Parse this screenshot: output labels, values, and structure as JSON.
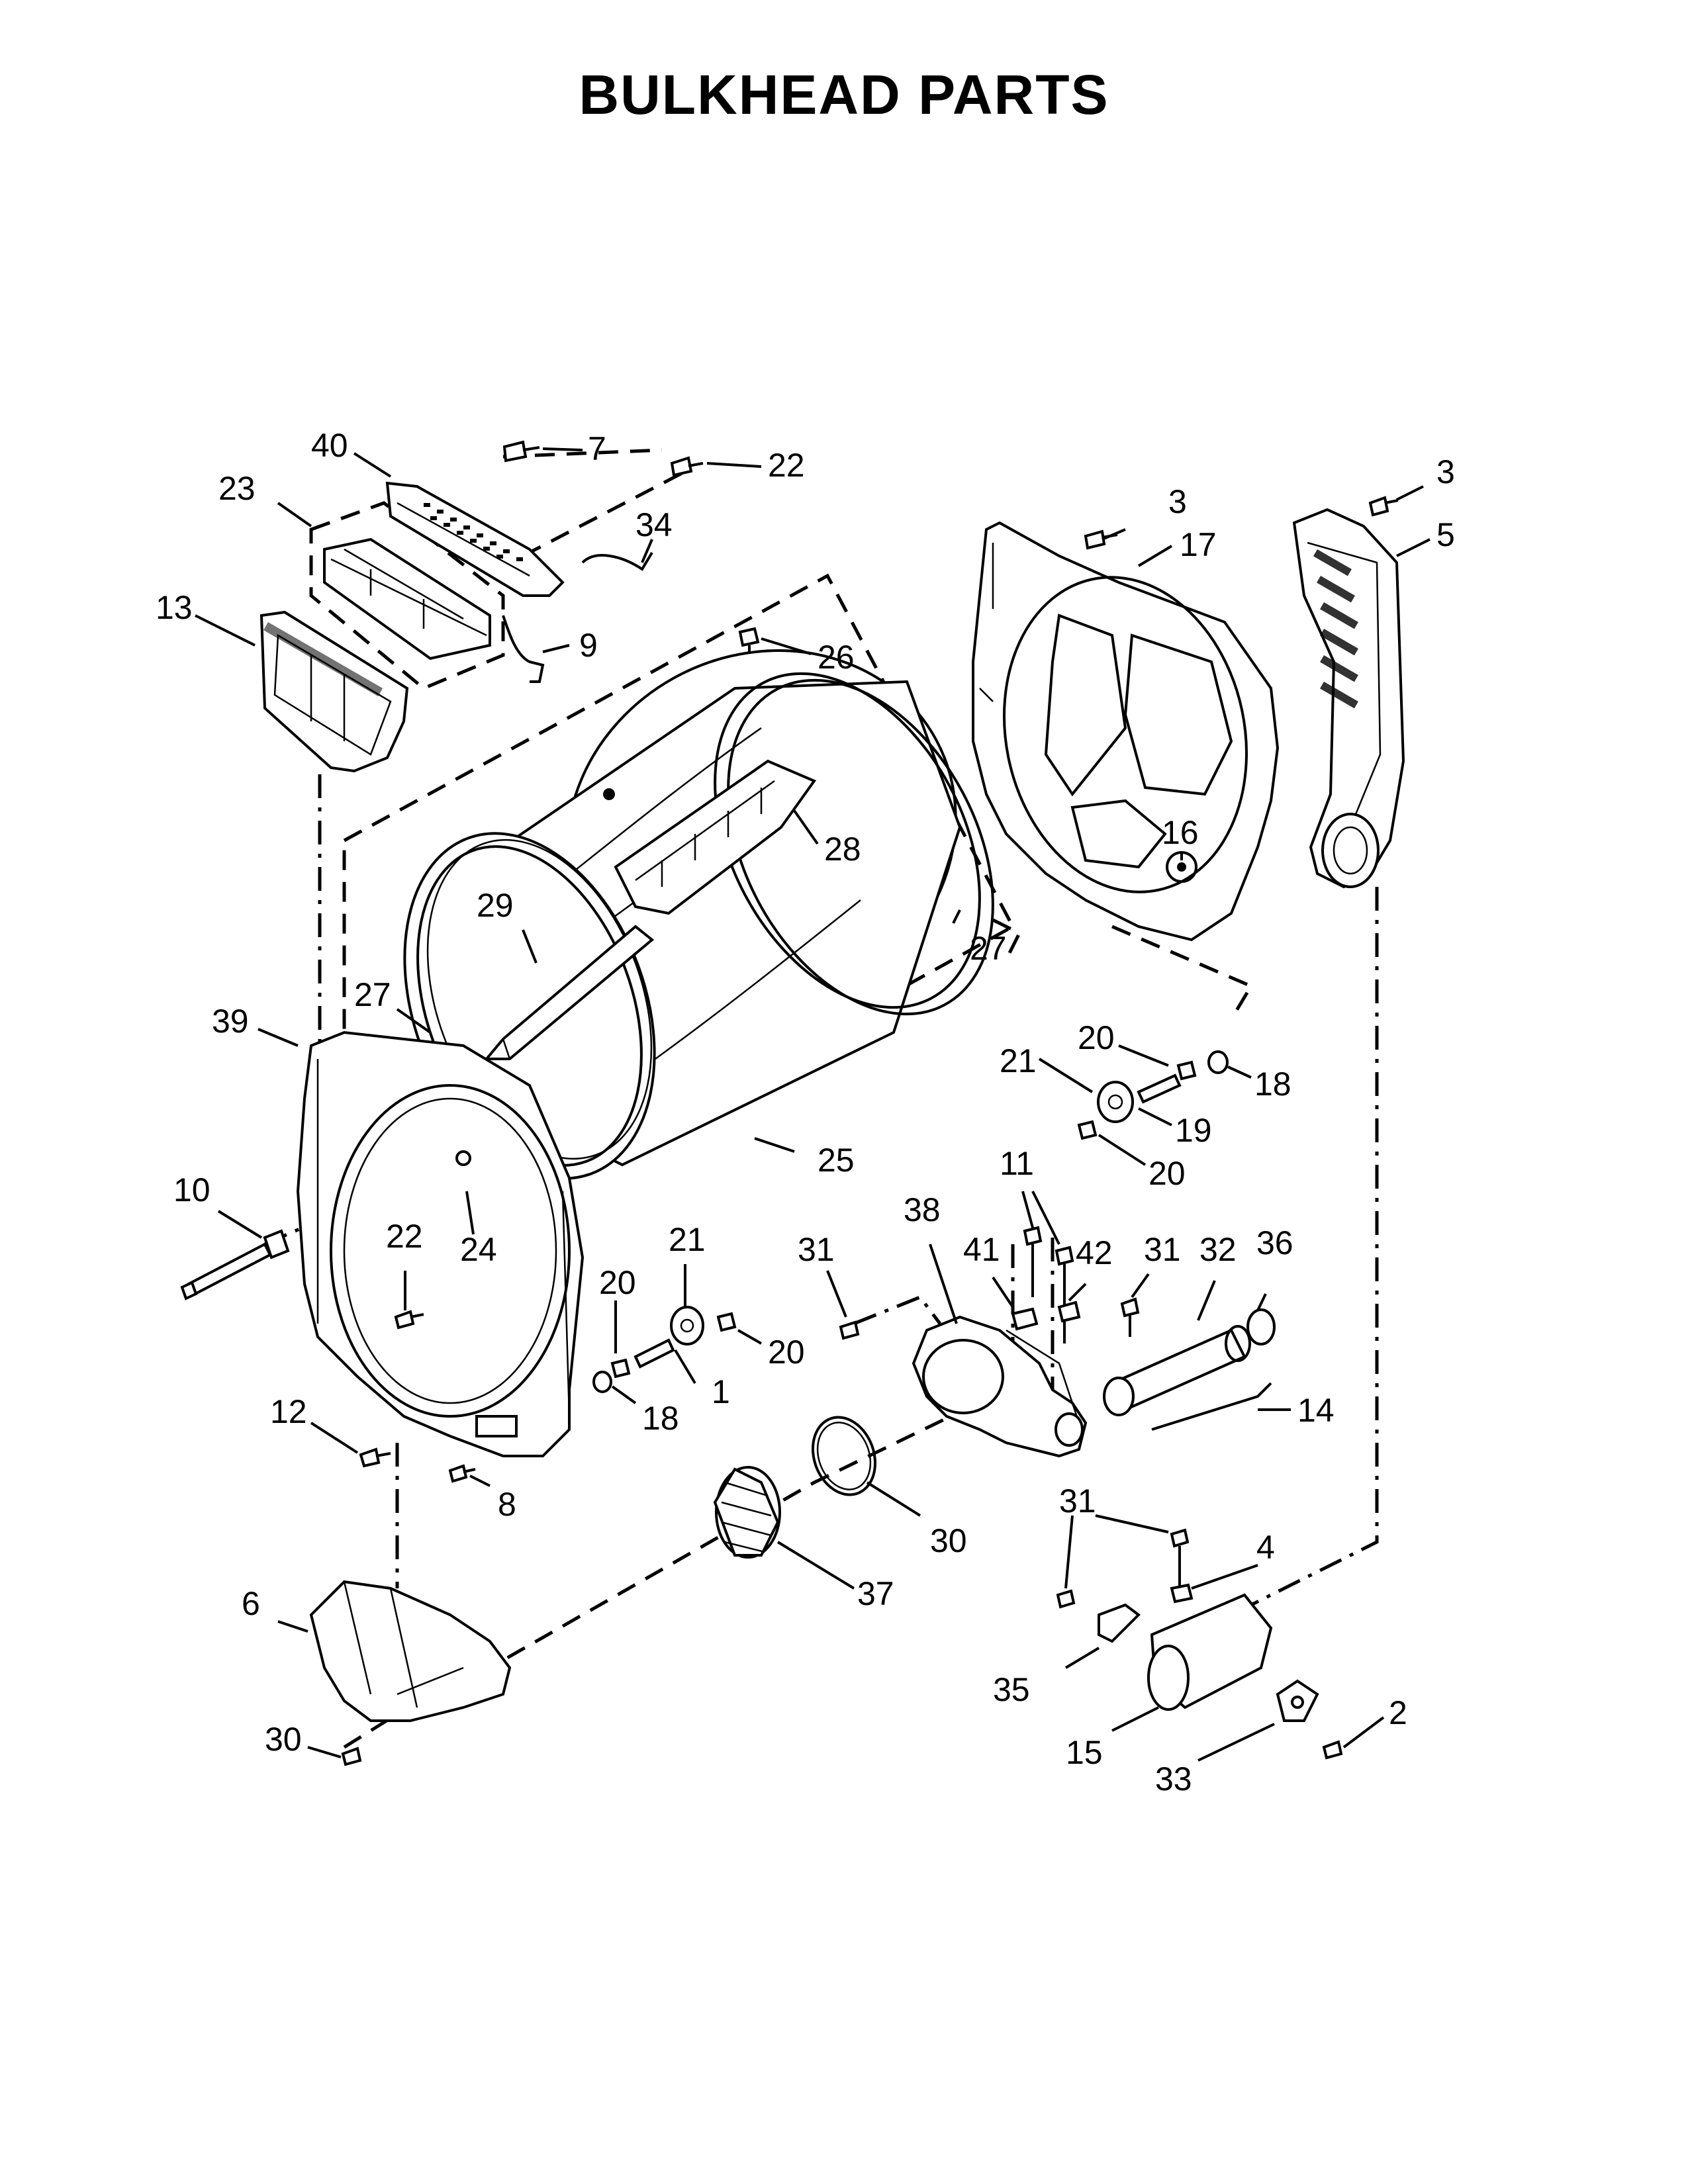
{
  "title": "BULKHEAD PARTS",
  "callouts": {
    "c40": "40",
    "c7": "7",
    "c22a": "22",
    "c23": "23",
    "c34": "34",
    "c13": "13",
    "c9": "9",
    "c26": "26",
    "c28": "28",
    "c29": "29",
    "c27a": "27",
    "c27b": "27",
    "c25": "25",
    "c3a": "3",
    "c17": "17",
    "c3b": "3",
    "c5": "5",
    "c16": "16",
    "c20a": "20",
    "c21a": "21",
    "c18a": "18",
    "c19": "19",
    "c20b": "20",
    "c39": "39",
    "c10": "10",
    "c22b": "22",
    "c24": "24",
    "c20c": "20",
    "c21b": "21",
    "c20d": "20",
    "c1": "1",
    "c18b": "18",
    "c12": "12",
    "c8": "8",
    "c31a": "31",
    "c38": "38",
    "c11": "11",
    "c41": "41",
    "c42": "42",
    "c31b": "31",
    "c32": "32",
    "c36": "36",
    "c14": "14",
    "c30a": "30",
    "c37": "37",
    "c31c": "31",
    "c4": "4",
    "c35": "35",
    "c15": "15",
    "c2": "2",
    "c33": "33",
    "c6": "6",
    "c30b": "30"
  }
}
